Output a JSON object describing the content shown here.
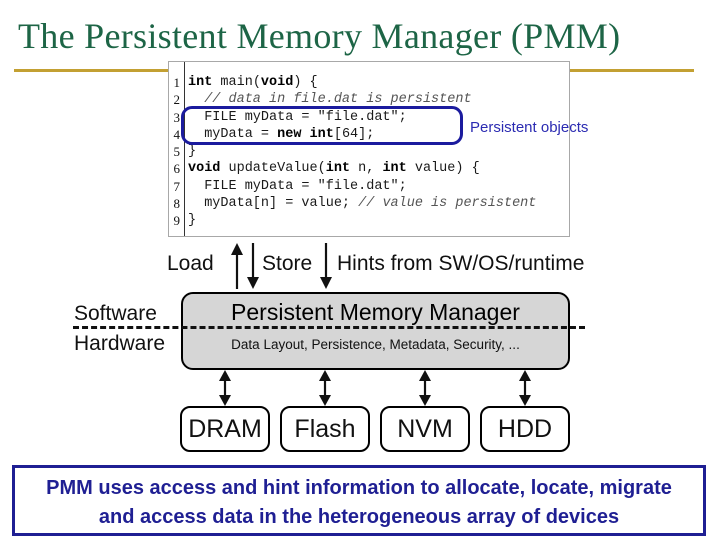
{
  "title": "The Persistent Memory Manager (PMM)",
  "code_panel": {
    "annotation": "Persistent objects",
    "lines": [
      {
        "n": "1",
        "segs": [
          {
            "s": "k",
            "t": "int"
          },
          {
            "s": "p",
            "t": " main("
          },
          {
            "s": "k",
            "t": "void"
          },
          {
            "s": "p",
            "t": ") {"
          }
        ]
      },
      {
        "n": "2",
        "segs": [
          {
            "s": "p",
            "t": "  "
          },
          {
            "s": "c",
            "t": "// data in file.dat is persistent"
          }
        ]
      },
      {
        "n": "3",
        "segs": [
          {
            "s": "p",
            "t": "  FILE myData = \"file.dat\";"
          }
        ]
      },
      {
        "n": "4",
        "segs": [
          {
            "s": "p",
            "t": "  myData = "
          },
          {
            "s": "k",
            "t": "new int"
          },
          {
            "s": "p",
            "t": "[64];"
          }
        ]
      },
      {
        "n": "5",
        "segs": [
          {
            "s": "p",
            "t": "}"
          }
        ]
      },
      {
        "n": "6",
        "segs": [
          {
            "s": "k",
            "t": "void"
          },
          {
            "s": "p",
            "t": " updateValue("
          },
          {
            "s": "k",
            "t": "int"
          },
          {
            "s": "p",
            "t": " n, "
          },
          {
            "s": "k",
            "t": "int"
          },
          {
            "s": "p",
            "t": " value) {"
          }
        ]
      },
      {
        "n": "7",
        "segs": [
          {
            "s": "p",
            "t": "  FILE myData = \"file.dat\";"
          }
        ]
      },
      {
        "n": "8",
        "segs": [
          {
            "s": "p",
            "t": "  myData[n] = value; "
          },
          {
            "s": "c",
            "t": "// value is persistent"
          }
        ]
      },
      {
        "n": "9",
        "segs": [
          {
            "s": "p",
            "t": "}"
          }
        ]
      }
    ]
  },
  "io_labels": {
    "load": "Load",
    "store": "Store",
    "hints": "Hints from SW/OS/runtime"
  },
  "layers": {
    "software": "Software",
    "hardware": "Hardware"
  },
  "pmm_box": {
    "title": "Persistent Memory Manager",
    "subtitle": "Data Layout, Persistence, Metadata, Security, ..."
  },
  "devices": [
    "DRAM",
    "Flash",
    "NVM",
    "HDD"
  ],
  "callout": {
    "line1": "PMM uses access and hint information to allocate, locate, migrate",
    "line2": "and access data in the heterogeneous array of devices"
  },
  "icons": {
    "load_up": "up-arrow",
    "load_down": "down-arrow",
    "store_down": "down-arrow",
    "device_links": "double-headed-vertical-arrow"
  },
  "colors": {
    "title_green": "#1d6546",
    "gold": "#c3a032",
    "navy": "#1f1f93",
    "highlight_blue": "#1b1b9e",
    "annotation_blue": "#2b2bb2",
    "pmm_gray": "#d6d6d6",
    "code_text": "#1a1a1a",
    "code_comment_gray": "#555555"
  }
}
